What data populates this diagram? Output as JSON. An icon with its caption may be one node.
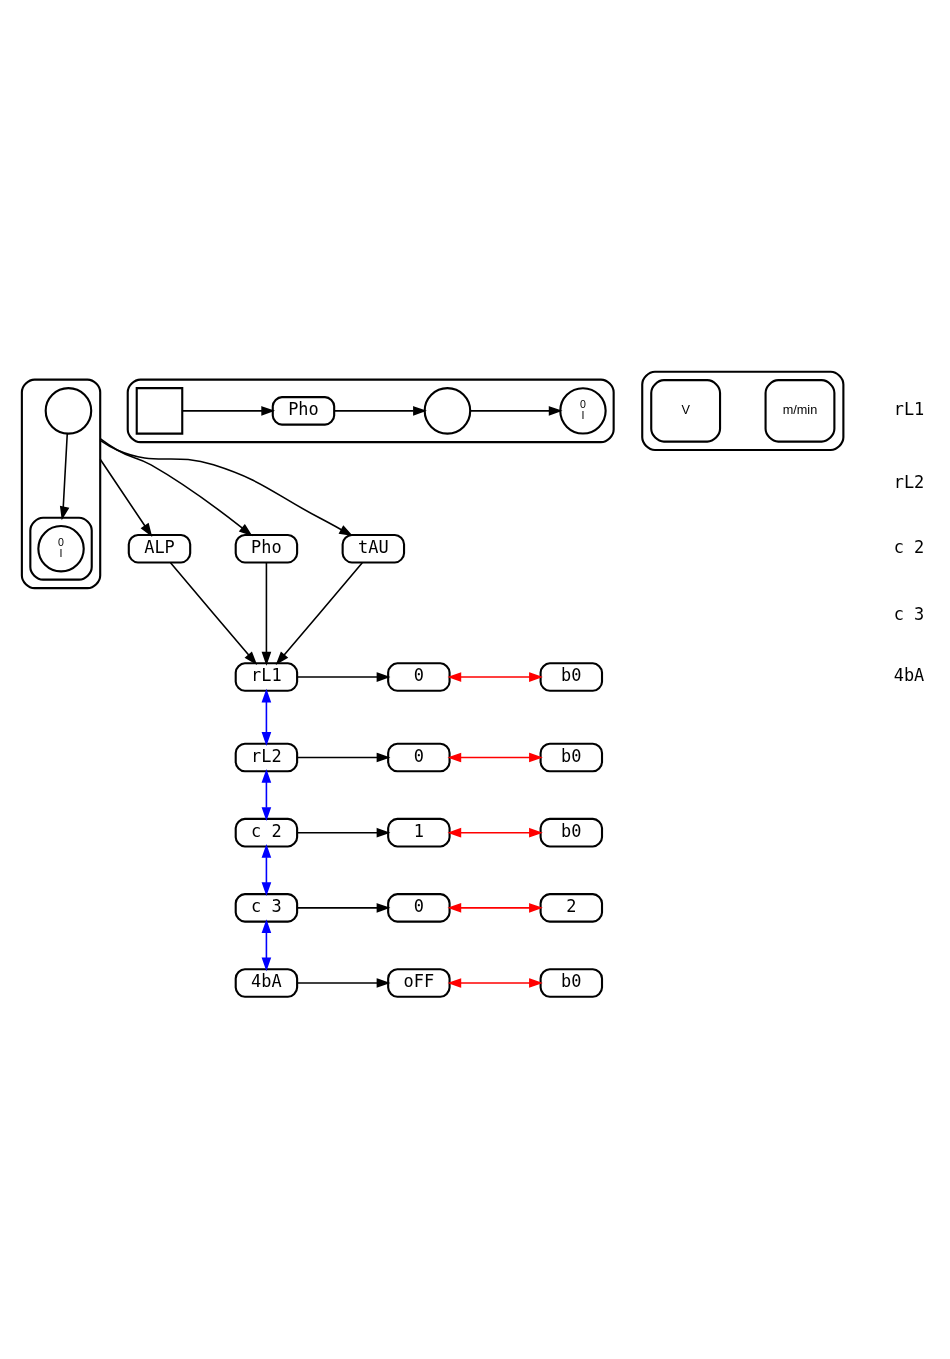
{
  "diagram": {
    "nodes": [
      {
        "text": [],
        "shape": "box"
      },
      {
        "text": [],
        "shape": "circle",
        "in": 0
      },
      {
        "text": [],
        "shape": "box",
        "in": 0
      },
      {
        "text": [
          "0",
          "I"
        ],
        "in": 2
      },
      {
        "text": [],
        "shape": "box"
      },
      {
        "text": [],
        "shape": "box",
        "in": 4
      },
      {
        "text": [
          "Pho"
        ],
        "in": 4
      },
      {
        "text": [],
        "shape": "circle",
        "in": 4
      },
      {
        "text": [
          "0",
          "I"
        ],
        "in": 4
      },
      {
        "text": [
          "ALP"
        ]
      },
      {
        "text": [
          "Pho"
        ]
      },
      {
        "text": [
          "tAU"
        ]
      },
      {
        "text": [
          "rL1"
        ]
      },
      {
        "text": [
          "rL2"
        ]
      },
      {
        "text": [
          "c 2"
        ]
      },
      {
        "text": [
          "c 3"
        ]
      },
      {
        "text": [
          "4bA"
        ]
      },
      {
        "text": [
          "0"
        ]
      },
      {
        "text": [
          "b0"
        ]
      },
      {
        "text": [
          "0"
        ]
      },
      {
        "text": [
          "b0"
        ]
      },
      {
        "text": [
          "1"
        ]
      },
      {
        "text": [
          "b0"
        ]
      },
      {
        "text": [
          "0"
        ]
      },
      {
        "text": [
          "2"
        ]
      },
      {
        "text": [
          "oFF"
        ]
      },
      {
        "text": [
          "b0"
        ]
      },
      {
        "text": [],
        "shape": "box"
      },
      {
        "text": [
          "m/min"
        ],
        "in": 27
      },
      {
        "text": [
          "V"
        ],
        "in": 27
      }
    ],
    "edges": [
      {
        "from": 1,
        "to": 2,
        "arrow": "to"
      },
      {
        "from": 5,
        "to": 6,
        "arrow": "to"
      },
      {
        "from": 6,
        "to": 7,
        "arrow": "to"
      },
      {
        "from": 7,
        "to": 8,
        "arrow": "to"
      },
      {
        "from": 0,
        "to": 9,
        "arrow": "to"
      },
      {
        "from": 0,
        "to": 10,
        "arrow": "to"
      },
      {
        "from": 0,
        "to": 11,
        "arrow": "to"
      },
      {
        "from": 9,
        "to": 12,
        "arrow": "to"
      },
      {
        "from": 10,
        "to": 12,
        "arrow": "to"
      },
      {
        "from": 11,
        "to": 12,
        "arrow": "to"
      },
      {
        "from": 12,
        "to": 13,
        "arrow": "both",
        "color": "#0000ff"
      },
      {
        "from": 13,
        "to": 14,
        "arrow": "both",
        "color": "#0000ff"
      },
      {
        "from": 14,
        "to": 15,
        "arrow": "both",
        "color": "#0000ff"
      },
      {
        "from": 15,
        "to": 16,
        "arrow": "both",
        "color": "#0000ff"
      },
      {
        "from": 12,
        "to": 17,
        "arrow": "to"
      },
      {
        "from": 13,
        "to": 19,
        "arrow": "to"
      },
      {
        "from": 14,
        "to": 21,
        "arrow": "to"
      },
      {
        "from": 15,
        "to": 23,
        "arrow": "to"
      },
      {
        "from": 16,
        "to": 25,
        "arrow": "to"
      },
      {
        "from": 17,
        "to": 18,
        "arrow": "both",
        "color": "#ff0000"
      },
      {
        "from": 19,
        "to": 20,
        "arrow": "both",
        "color": "#ff0000"
      },
      {
        "from": 21,
        "to": 22,
        "arrow": "both",
        "color": "#ff0000"
      },
      {
        "from": 23,
        "to": 24,
        "arrow": "both",
        "color": "#ff0000"
      },
      {
        "from": 25,
        "to": 26,
        "arrow": "both",
        "color": "#ff0000"
      }
    ],
    "labels": [
      "rL1",
      "rL2",
      "c 2",
      "c 3",
      "4bA"
    ]
  }
}
